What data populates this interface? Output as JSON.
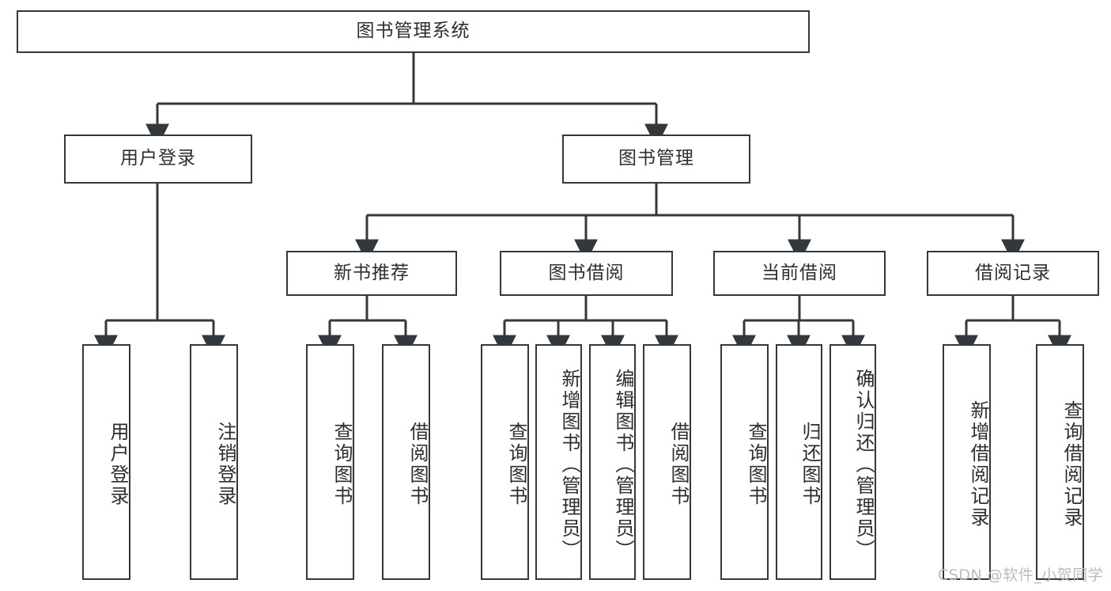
{
  "diagram": {
    "type": "tree",
    "title": "图书管理系统",
    "root": {
      "id": "root",
      "label": "图书管理系统"
    },
    "level2": [
      {
        "id": "user-login",
        "label": "用户登录"
      },
      {
        "id": "book-manage",
        "label": "图书管理"
      }
    ],
    "level3": [
      {
        "id": "new-book-recommend",
        "label": "新书推荐",
        "parent": "book-manage"
      },
      {
        "id": "book-borrow",
        "label": "图书借阅",
        "parent": "book-manage"
      },
      {
        "id": "current-borrow",
        "label": "当前借阅",
        "parent": "book-manage"
      },
      {
        "id": "borrow-record",
        "label": "借阅记录",
        "parent": "book-manage"
      }
    ],
    "leaves": [
      {
        "id": "leaf-user-login",
        "label": "用户登录",
        "parent": "user-login"
      },
      {
        "id": "leaf-logout-login",
        "label": "注销登录",
        "parent": "user-login"
      },
      {
        "id": "leaf-query-book-1",
        "label": "查询图书",
        "parent": "new-book-recommend"
      },
      {
        "id": "leaf-borrow-book-1",
        "label": "借阅图书",
        "parent": "new-book-recommend"
      },
      {
        "id": "leaf-query-book-2",
        "label": "查询图书",
        "parent": "book-borrow"
      },
      {
        "id": "leaf-add-book",
        "label": "新增图书（管理员）",
        "parent": "book-borrow"
      },
      {
        "id": "leaf-edit-book",
        "label": "编辑图书（管理员）",
        "parent": "book-borrow"
      },
      {
        "id": "leaf-borrow-book-2",
        "label": "借阅图书",
        "parent": "book-borrow"
      },
      {
        "id": "leaf-query-book-3",
        "label": "查询图书",
        "parent": "current-borrow"
      },
      {
        "id": "leaf-return-book",
        "label": "归还图书",
        "parent": "current-borrow"
      },
      {
        "id": "leaf-confirm-return",
        "label": "确认归还（管理员）",
        "parent": "current-borrow"
      },
      {
        "id": "leaf-add-record",
        "label": "新增借阅记录",
        "parent": "borrow-record"
      },
      {
        "id": "leaf-query-record",
        "label": "查询借阅记录",
        "parent": "borrow-record"
      }
    ],
    "colors": {
      "box_border": "#33383d",
      "box_fill": "#ffffff",
      "connector": "#33383d",
      "text": "#2b2f33",
      "background": "#ffffff",
      "watermark": "#b9bbbd"
    }
  },
  "watermark": {
    "text": "CSDN @软件_小贺同学"
  }
}
